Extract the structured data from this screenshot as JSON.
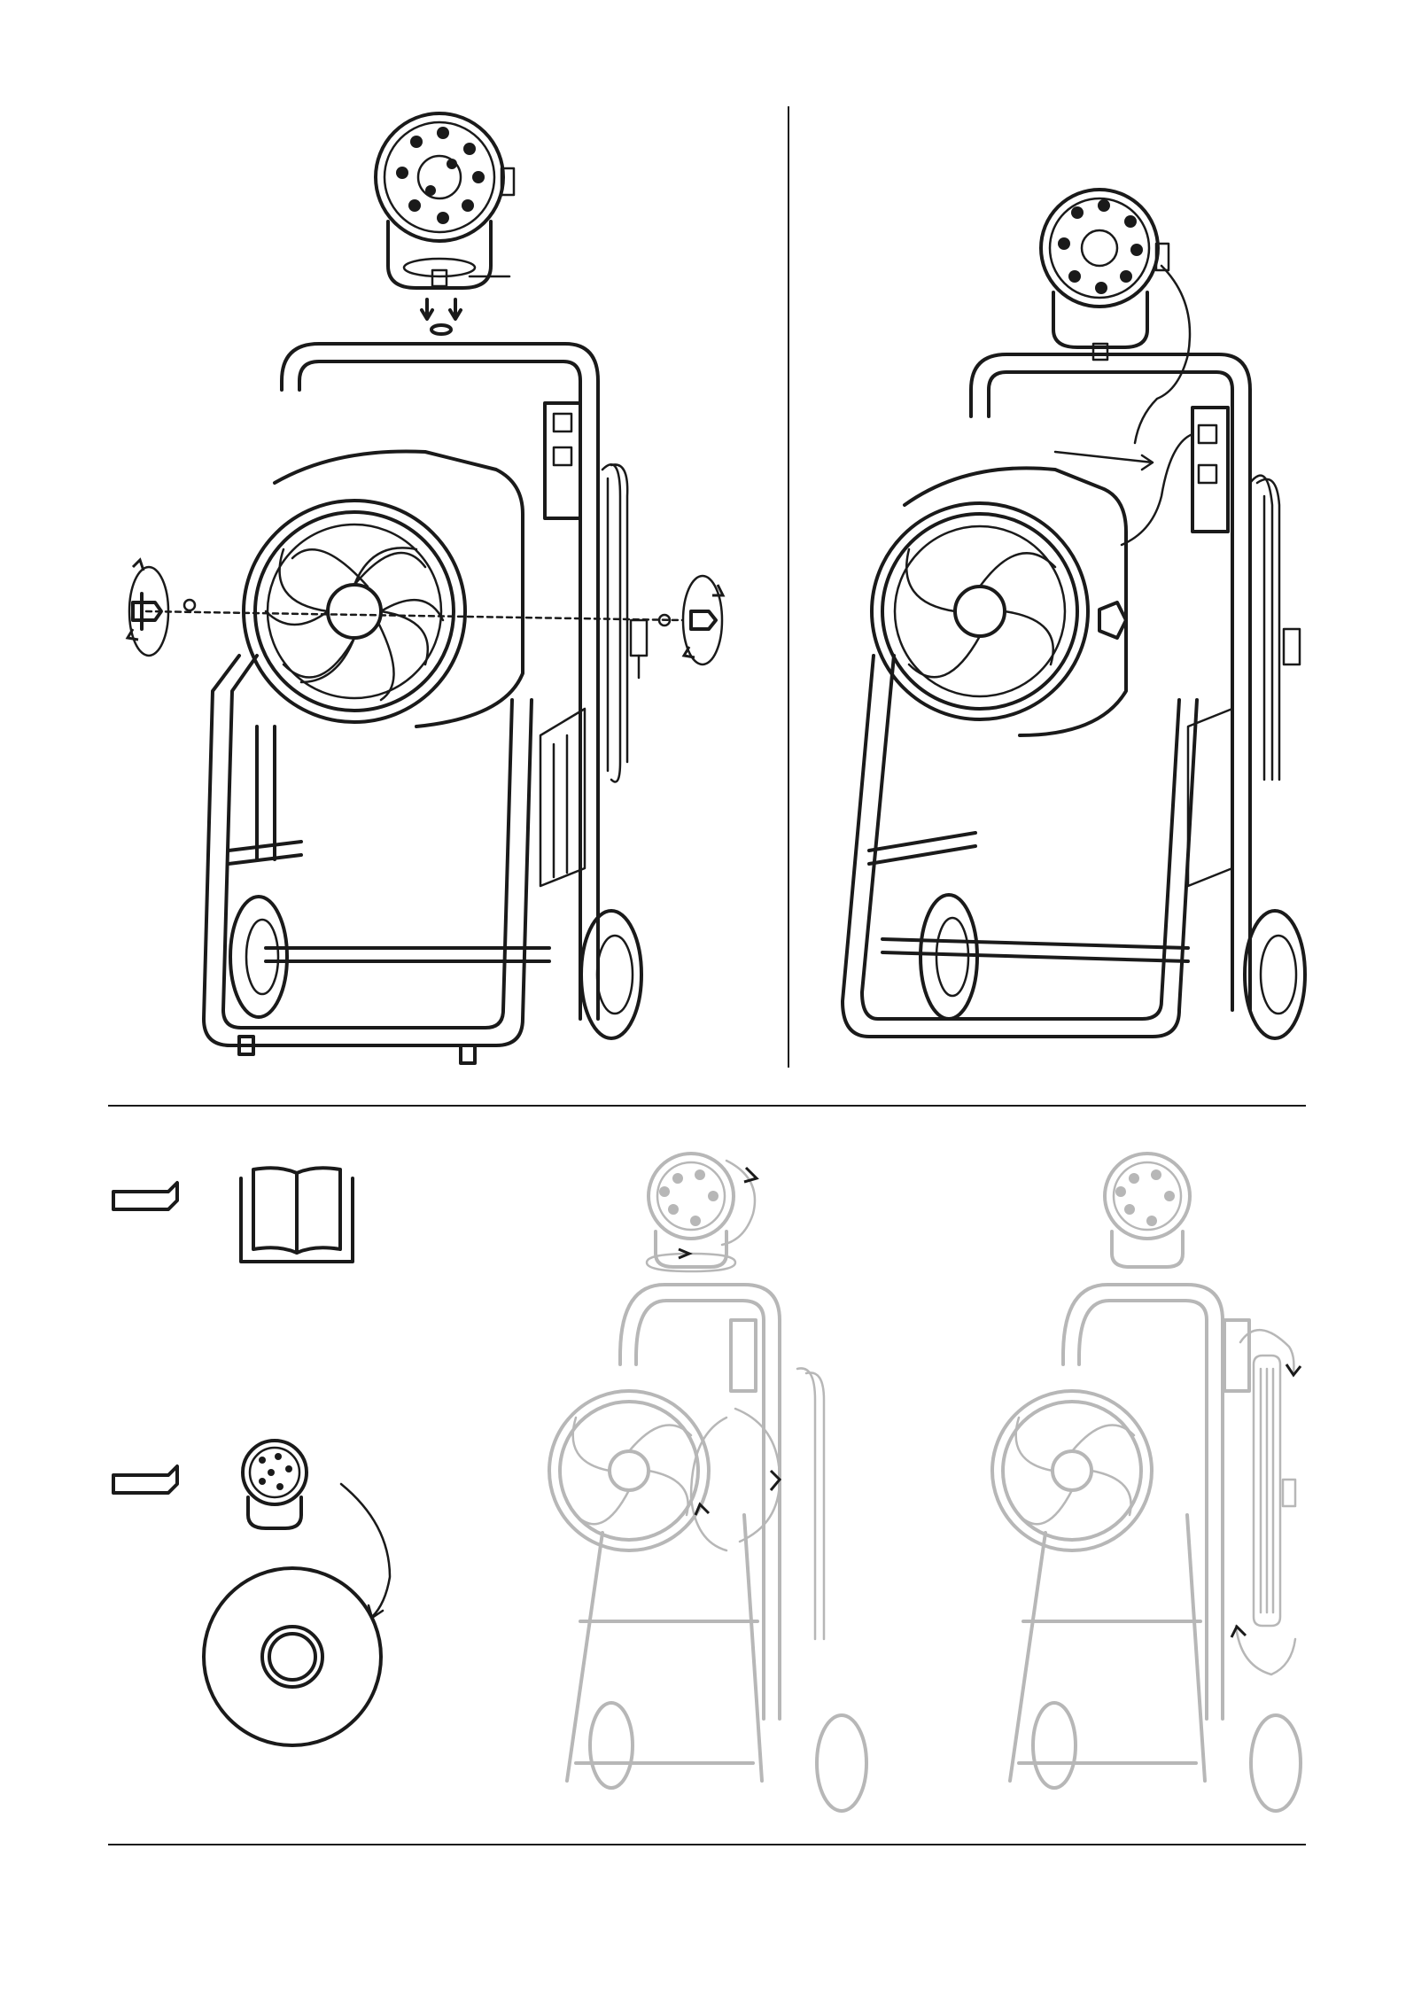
{
  "page": {
    "background": "#ffffff",
    "line_color": "#1a1a1a",
    "faded_color": "#b7b7b7"
  },
  "steps": [
    {
      "id": "mount-light-and-handles",
      "icon": "fan-cart-assembly-icon"
    },
    {
      "id": "connect-light-cord",
      "icon": "fan-cart-wiring-icon"
    },
    {
      "id": "read-manual",
      "icon": "open-book-icon"
    },
    {
      "id": "light-direction",
      "icon": "light-to-target-icon"
    },
    {
      "id": "adjust-light-and-fan",
      "icon": "rotation-arrows-icon"
    },
    {
      "id": "wrap-cord",
      "icon": "cord-wrap-icon"
    }
  ]
}
